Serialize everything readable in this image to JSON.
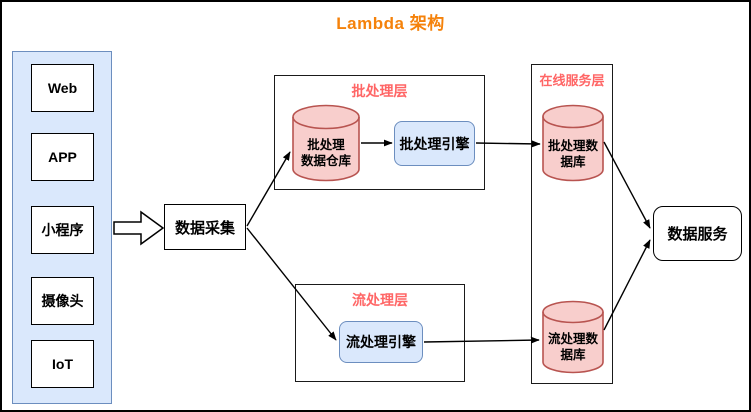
{
  "title": {
    "text": "Lambda 架构"
  },
  "sources": {
    "items": [
      {
        "label": "Web"
      },
      {
        "label": "APP"
      },
      {
        "label": "小程序"
      },
      {
        "label": "摄像头"
      },
      {
        "label": "IoT"
      }
    ]
  },
  "collect": {
    "label": "数据采集"
  },
  "layers": {
    "batch": {
      "title": "批处理层",
      "warehouse": {
        "line1": "批处理",
        "line2": "数据仓库"
      },
      "engine": {
        "label": "批处理引擎"
      }
    },
    "stream": {
      "title": "流处理层",
      "engine": {
        "label": "流处理引擎"
      }
    },
    "online": {
      "title": "在线服务层",
      "batch_db": {
        "line1": "批处理数",
        "line2": "据库"
      },
      "stream_db": {
        "line1": "流处理数",
        "line2": "据库"
      }
    }
  },
  "service": {
    "label": "数据服务"
  },
  "colors": {
    "title_orange": "#f5820b",
    "layer_label_red": "#ff6666",
    "blue_fill": "#dae8fc",
    "blue_stroke": "#6c8ebf",
    "pink_fill": "#f8cecc",
    "pink_stroke": "#b85450",
    "edge_black": "#000000"
  }
}
